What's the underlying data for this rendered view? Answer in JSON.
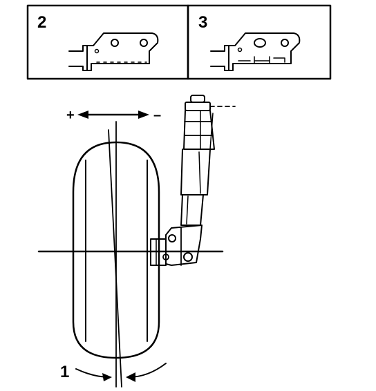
{
  "inset_left": {
    "number": "2"
  },
  "inset_right": {
    "number": "3"
  },
  "direction": {
    "plus": "+",
    "minus": "–"
  },
  "callout": {
    "number": "1"
  },
  "colors": {
    "ink": "#000000",
    "paper": "#ffffff"
  }
}
